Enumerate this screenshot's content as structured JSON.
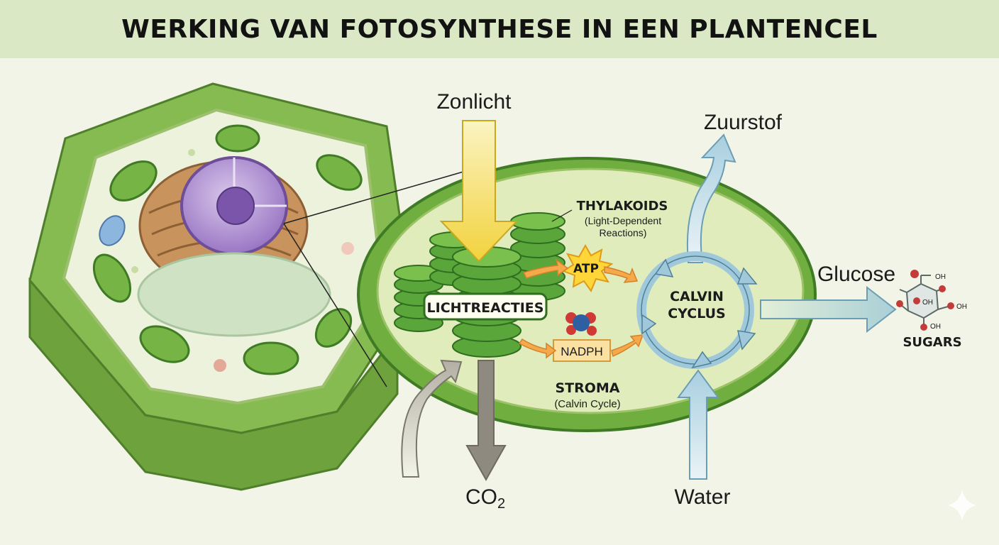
{
  "title": "WERKING VAN FOTOSYNTHESE IN EEN PLANTENCEL",
  "labels": {
    "sunlight": "Zonlicht",
    "oxygen": "Zuurstof",
    "glucose": "Glucose",
    "co2_main": "CO",
    "co2_sub": "2",
    "water": "Water",
    "thylakoids": "THYLAKOIDS",
    "thylakoids_sub1": "(Light-Dependent",
    "thylakoids_sub2": "Reactions)",
    "light_reactions": "LICHTREACTIES",
    "atp": "ATP",
    "nadph": "NADPH",
    "calvin1": "CALVIN",
    "calvin2": "CYCLUS",
    "stroma": "STROMA",
    "stroma_sub": "(Calvin Cycle)",
    "sugars": "SUGARS",
    "oh": "OH"
  },
  "colors": {
    "header_bg": "#dbe8c6",
    "cell_green": "#7fb24a",
    "stroma": "#dfebbd",
    "thylakoid": "#5aa63a",
    "sunlight": "#f3d74a",
    "calvin_blue": "#9fc9db",
    "co2_arrow": "#8e8a80",
    "atp": "#ffd63a",
    "nadph_box": "#fbe1a1"
  },
  "icons": [
    "sun-arrow",
    "oxygen-arrow",
    "glucose-arrow",
    "co2-arrow",
    "water-arrow",
    "sugar-molecule-icon",
    "molecule-icon"
  ]
}
